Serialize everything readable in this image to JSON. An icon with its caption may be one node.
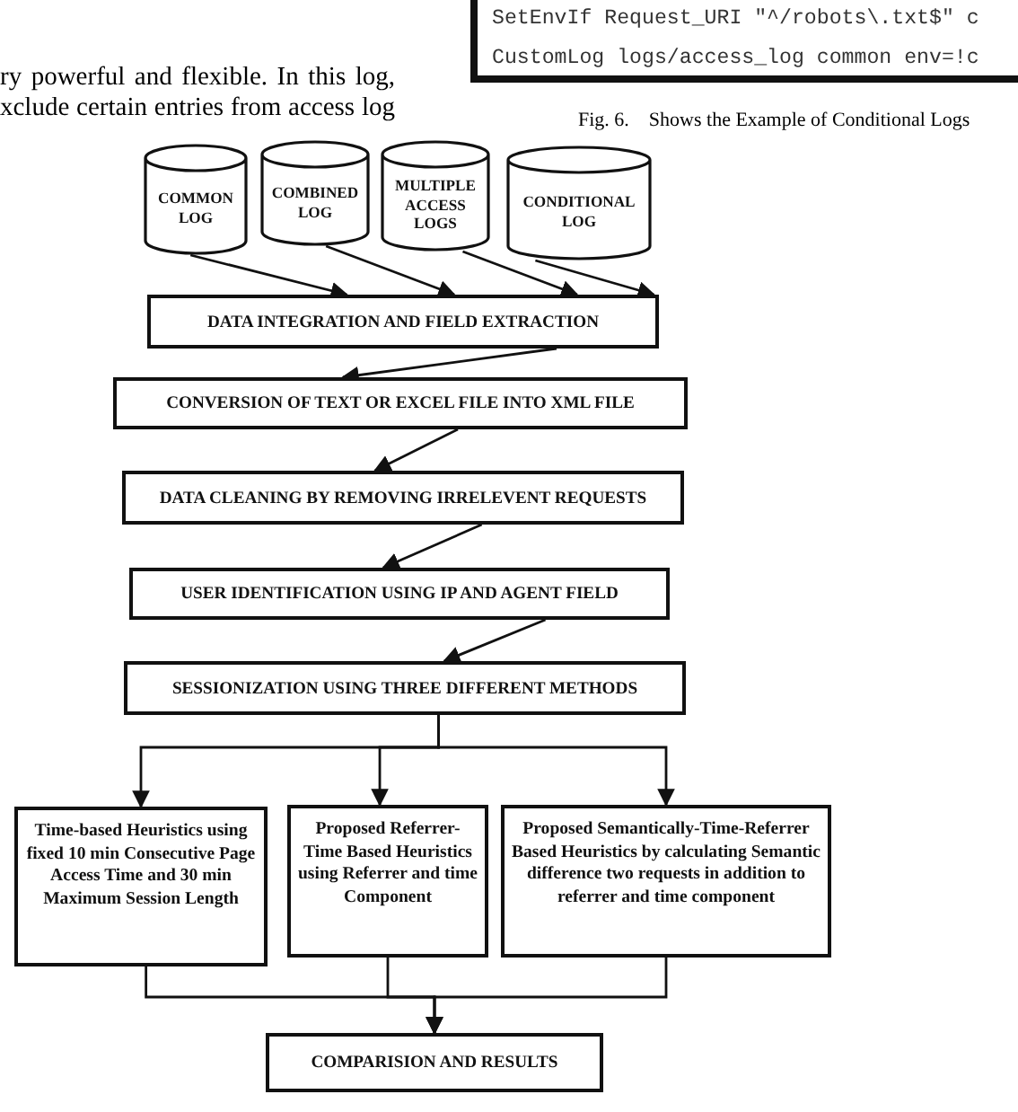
{
  "diagram": {
    "caption": "Fig. 6.    Shows the Example of Conditional Logs",
    "nodes": [
      {
        "text": [
          "COMMON LOG"
        ]
      },
      {
        "text": [
          "COMBINED LOG"
        ]
      },
      {
        "text": [
          "MULTIPLE ACCESS LOGS"
        ]
      },
      {
        "text": [
          "CONDITIONAL LOG"
        ]
      },
      {
        "text": [
          "DATA INTEGRATION AND FIELD EXTRACTION"
        ]
      },
      {
        "text": [
          "CONVERSION OF TEXT OR EXCEL FILE INTO XML FILE"
        ]
      },
      {
        "text": [
          "DATA CLEANING BY REMOVING IRRELEVENT REQUESTS"
        ]
      },
      {
        "text": [
          "USER IDENTIFICATION USING IP AND AGENT FIELD"
        ]
      },
      {
        "text": [
          "SESSIONIZATION USING THREE DIFFERENT METHODS"
        ]
      },
      {
        "text": [
          "Time-based Heuristics using fixed 10 min Consecutive Page Access Time and 30 min Maximum Session Length"
        ]
      },
      {
        "text": [
          "Proposed Referrer-Time Based Heuristics using Referrer and time Component"
        ]
      },
      {
        "text": [
          "Proposed Semantically-Time-Referrer Based Heuristics by calculating Semantic difference two requests in addition to referrer and time component"
        ]
      },
      {
        "text": [
          "COMPARISION AND RESULTS"
        ]
      }
    ],
    "edges": [
      {
        "from": 0,
        "to": 4,
        "arrow": "to"
      },
      {
        "from": 1,
        "to": 4,
        "arrow": "to"
      },
      {
        "from": 2,
        "to": 4,
        "arrow": "to"
      },
      {
        "from": 3,
        "to": 4,
        "arrow": "to"
      },
      {
        "from": 4,
        "to": 5,
        "arrow": "to"
      },
      {
        "from": 5,
        "to": 6,
        "arrow": "to"
      },
      {
        "from": 6,
        "to": 7,
        "arrow": "to"
      },
      {
        "from": 7,
        "to": 8,
        "arrow": "to"
      },
      {
        "from": 8,
        "to": 9,
        "arrow": "to"
      },
      {
        "from": 8,
        "to": 10,
        "arrow": "to"
      },
      {
        "from": 8,
        "to": 11,
        "arrow": "to"
      },
      {
        "from": 9,
        "to": 12,
        "arrow": "to"
      },
      {
        "from": 10,
        "to": 12,
        "arrow": "to"
      },
      {
        "from": 11,
        "to": 12,
        "arrow": "to"
      }
    ],
    "labels": [
      "ry powerful and flexible. In this log, xclude certain entries from access log",
      "SetEnvIf Request_URI \"^/robots\\.txt$\" c",
      "CustomLog logs/access_log common env=!c"
    ]
  }
}
